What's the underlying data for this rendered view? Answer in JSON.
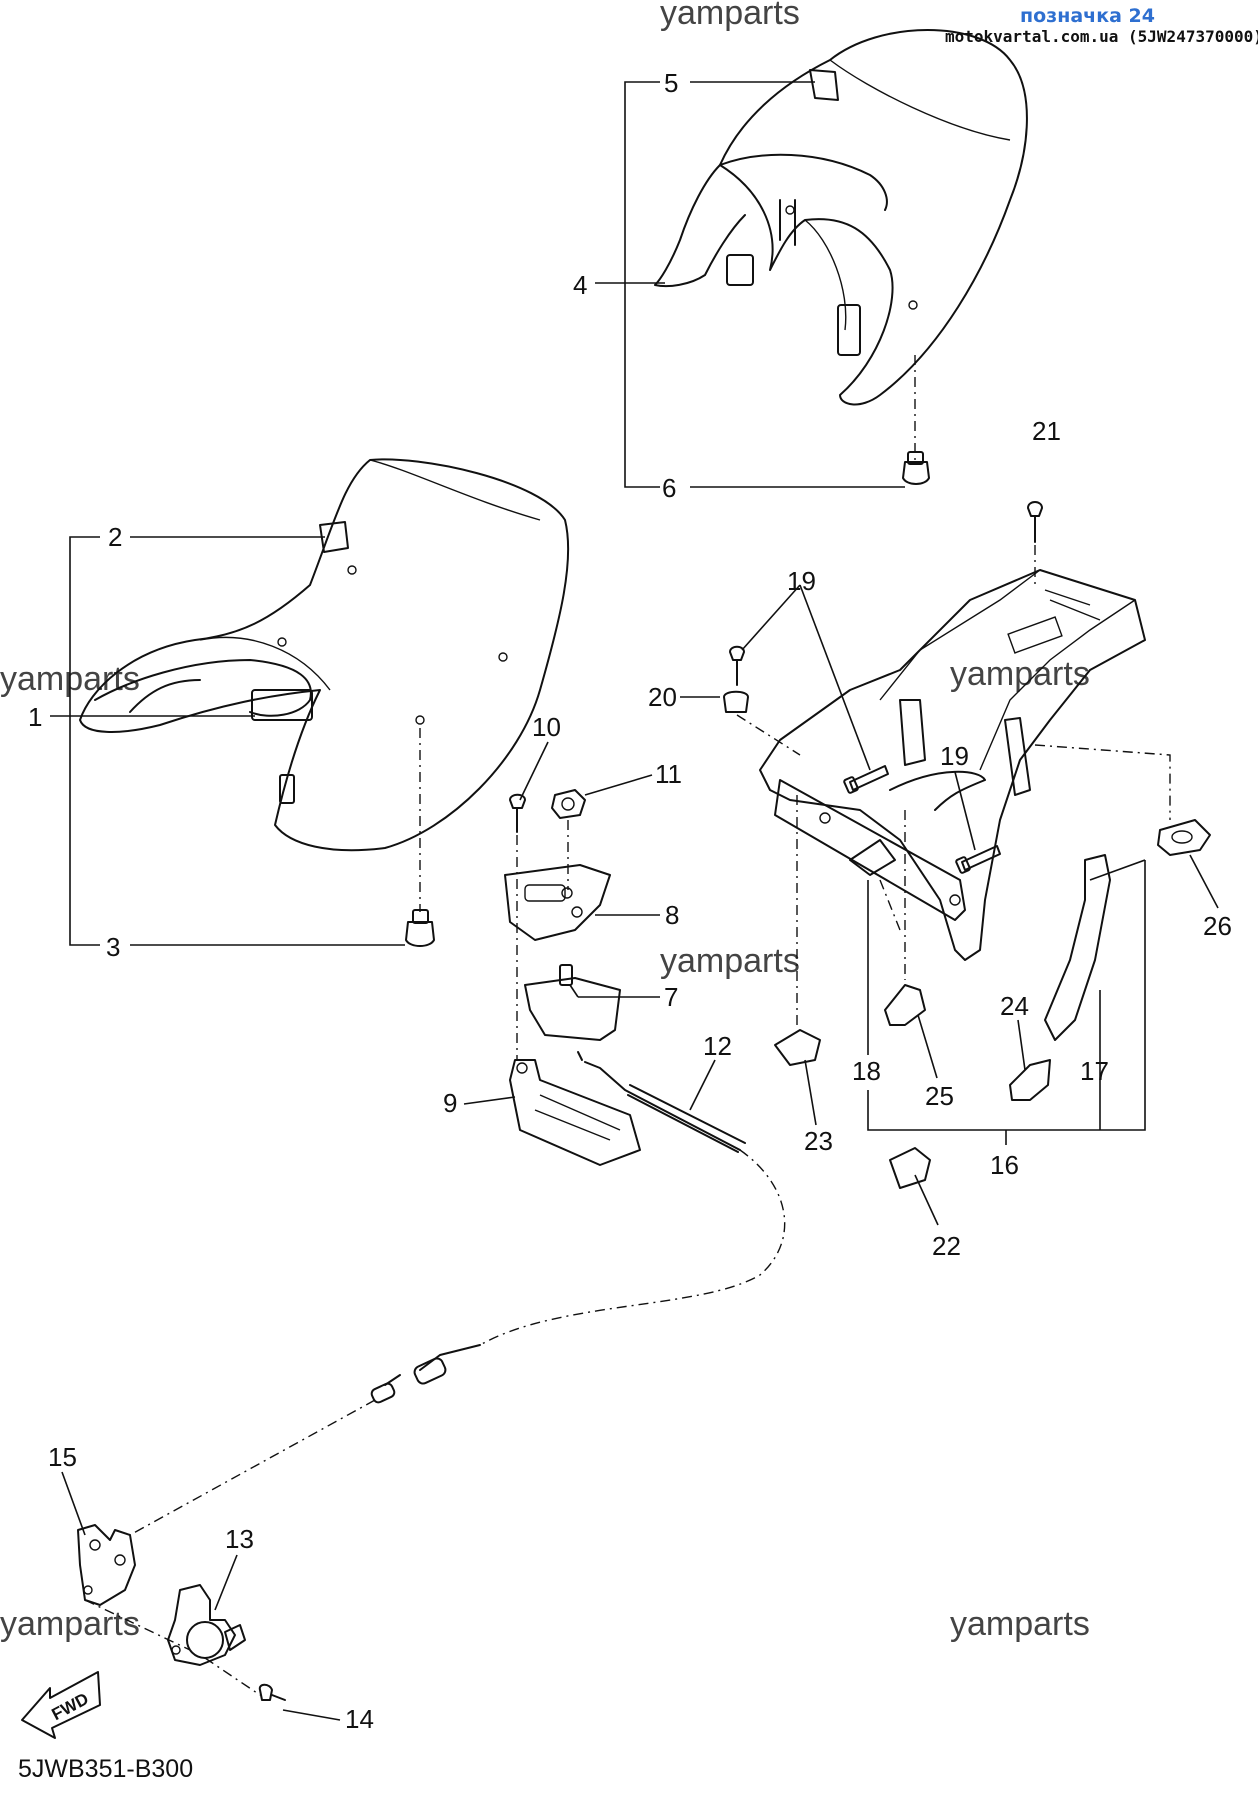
{
  "header": {
    "label": "позначка 24",
    "source": "motokvartal.com.ua (5JW247370000)"
  },
  "watermarks": [
    "yamparts",
    "yamparts",
    "yamparts",
    "yamparts",
    "yamparts",
    "yamparts"
  ],
  "diagram_code": "5JWB351-B300",
  "fwd_label": "FWD",
  "callouts": [
    "1",
    "2",
    "3",
    "4",
    "5",
    "6",
    "7",
    "8",
    "9",
    "10",
    "11",
    "12",
    "13",
    "14",
    "15",
    "16",
    "17",
    "18",
    "19",
    "19",
    "20",
    "21",
    "22",
    "23",
    "24",
    "25",
    "26"
  ],
  "icons": {
    "fwd": "fwd-arrow-icon"
  }
}
